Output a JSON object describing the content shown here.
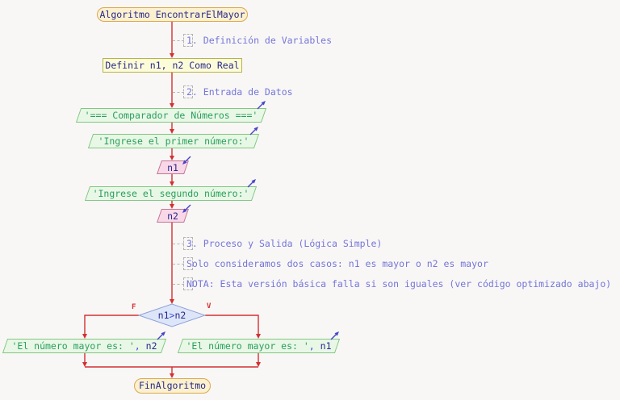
{
  "flowchart": {
    "start": {
      "label": "Algoritmo EncontrarElMayor"
    },
    "declare": {
      "label": "Definir n1, n2 Como Real"
    },
    "outputs": {
      "header": "'=== Comparador de Números ==='",
      "prompt1": "'Ingrese el primer número:'",
      "prompt2": "'Ingrese el segundo número:'"
    },
    "inputs": {
      "first": "n1",
      "second": "n2"
    },
    "decision": {
      "left_operand": "n1",
      "operator": ">",
      "right_operand": "n2",
      "false_label": "F",
      "true_label": "V"
    },
    "branch_false": {
      "string": "'El número mayor es: '",
      "separator": ",",
      "variable": " n2"
    },
    "branch_true": {
      "string": "'El número mayor es: '",
      "separator": ",",
      "variable": " n1"
    },
    "end": {
      "label": "FinAlgoritmo"
    },
    "comments": [
      {
        "text": "1. Definición de Variables"
      },
      {
        "text": "2. Entrada de Datos"
      },
      {
        "text": "3. Proceso y Salida (Lógica Simple)"
      },
      {
        "text": "Solo consideramos dos casos: n1 es mayor o n2 es mayor"
      },
      {
        "text": "NOTA: Esta versión básica falla si son iguales (ver código optimizado abajo)"
      }
    ],
    "colors": {
      "flow_line": "#d23030",
      "keyword_text": "#28288c",
      "string_text": "#28a05c",
      "comment_text": "#7575d8",
      "process_fill": "#fdfcd9",
      "terminal_fill": "#fbf1cf",
      "output_fill": "#e9f7e6",
      "input_fill": "#f8d8e8",
      "decision_fill": "#dde6f8"
    }
  }
}
